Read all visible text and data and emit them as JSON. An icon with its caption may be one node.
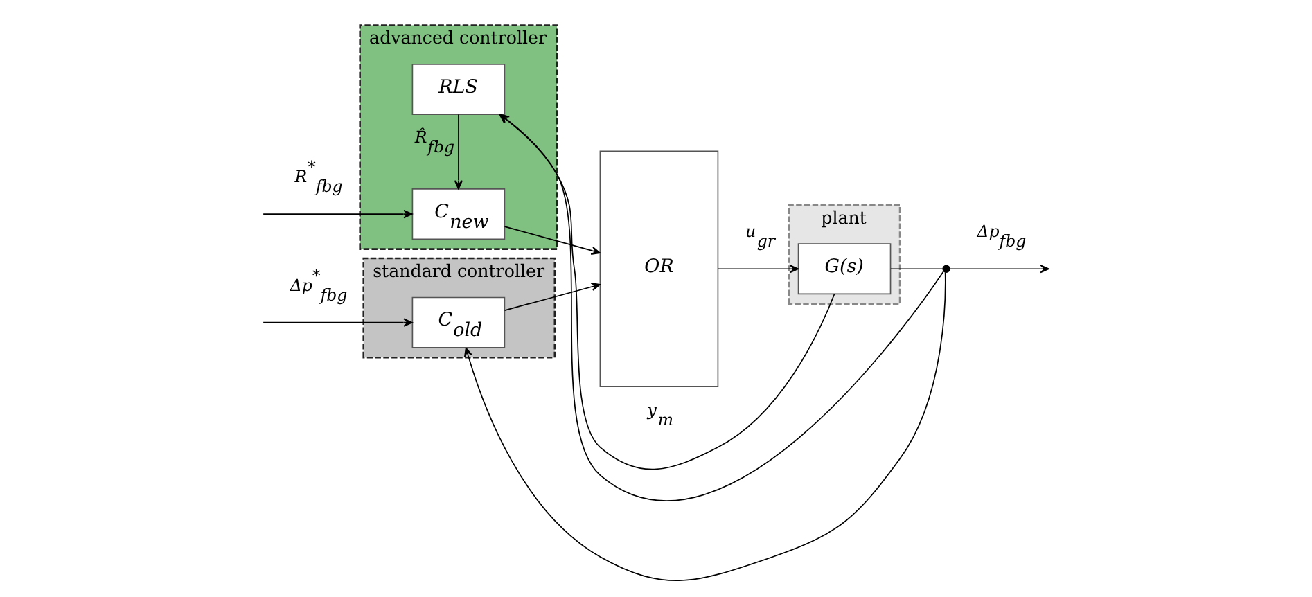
{
  "diagram": {
    "nodes": [
      {
        "text": [
          "standard controller"
        ]
      },
      {
        "text": [
          "C$_{old}$"
        ],
        "in": 0
      },
      {
        "text": [
          "advanced controller"
        ]
      },
      {
        "text": [
          "C$_{new}$"
        ],
        "in": 2
      },
      {
        "text": [
          "RLS"
        ],
        "in": 2
      },
      {
        "text": [
          "OR"
        ]
      },
      {
        "text": [
          "plant"
        ]
      },
      {
        "text": [
          "G(s)"
        ],
        "in": 6
      },
      {
        "text": [],
        "shape": "circle"
      }
    ],
    "edges": [
      {
        "from": null,
        "to": 1,
        "arrow": "to",
        "label": "Δp$^{*}$$_{fbg}$"
      },
      {
        "from": 8,
        "to": 1,
        "arrow": "to"
      },
      {
        "from": null,
        "to": 3,
        "arrow": "to",
        "label": "R$^{*}$$_{fbg}$"
      },
      {
        "from": 4,
        "to": 3,
        "arrow": "to",
        "label": "R̂$_{fbg}$"
      },
      {
        "from": 1,
        "to": 5,
        "arrow": "to"
      },
      {
        "from": 3,
        "to": 5,
        "arrow": "to"
      },
      {
        "from": 5,
        "to": 7,
        "arrow": "to",
        "label": "u$_{gr}$"
      },
      {
        "from": 7,
        "to": 8,
        "arrow": "none"
      },
      {
        "from": 8,
        "to": null,
        "arrow": "to",
        "label": "Δp$_{fbg}$"
      },
      {
        "from": 7,
        "to": 4,
        "arrow": "to",
        "label": "y$_{m}$"
      },
      {
        "from": 8,
        "to": 4,
        "arrow": "to"
      }
    ]
  }
}
